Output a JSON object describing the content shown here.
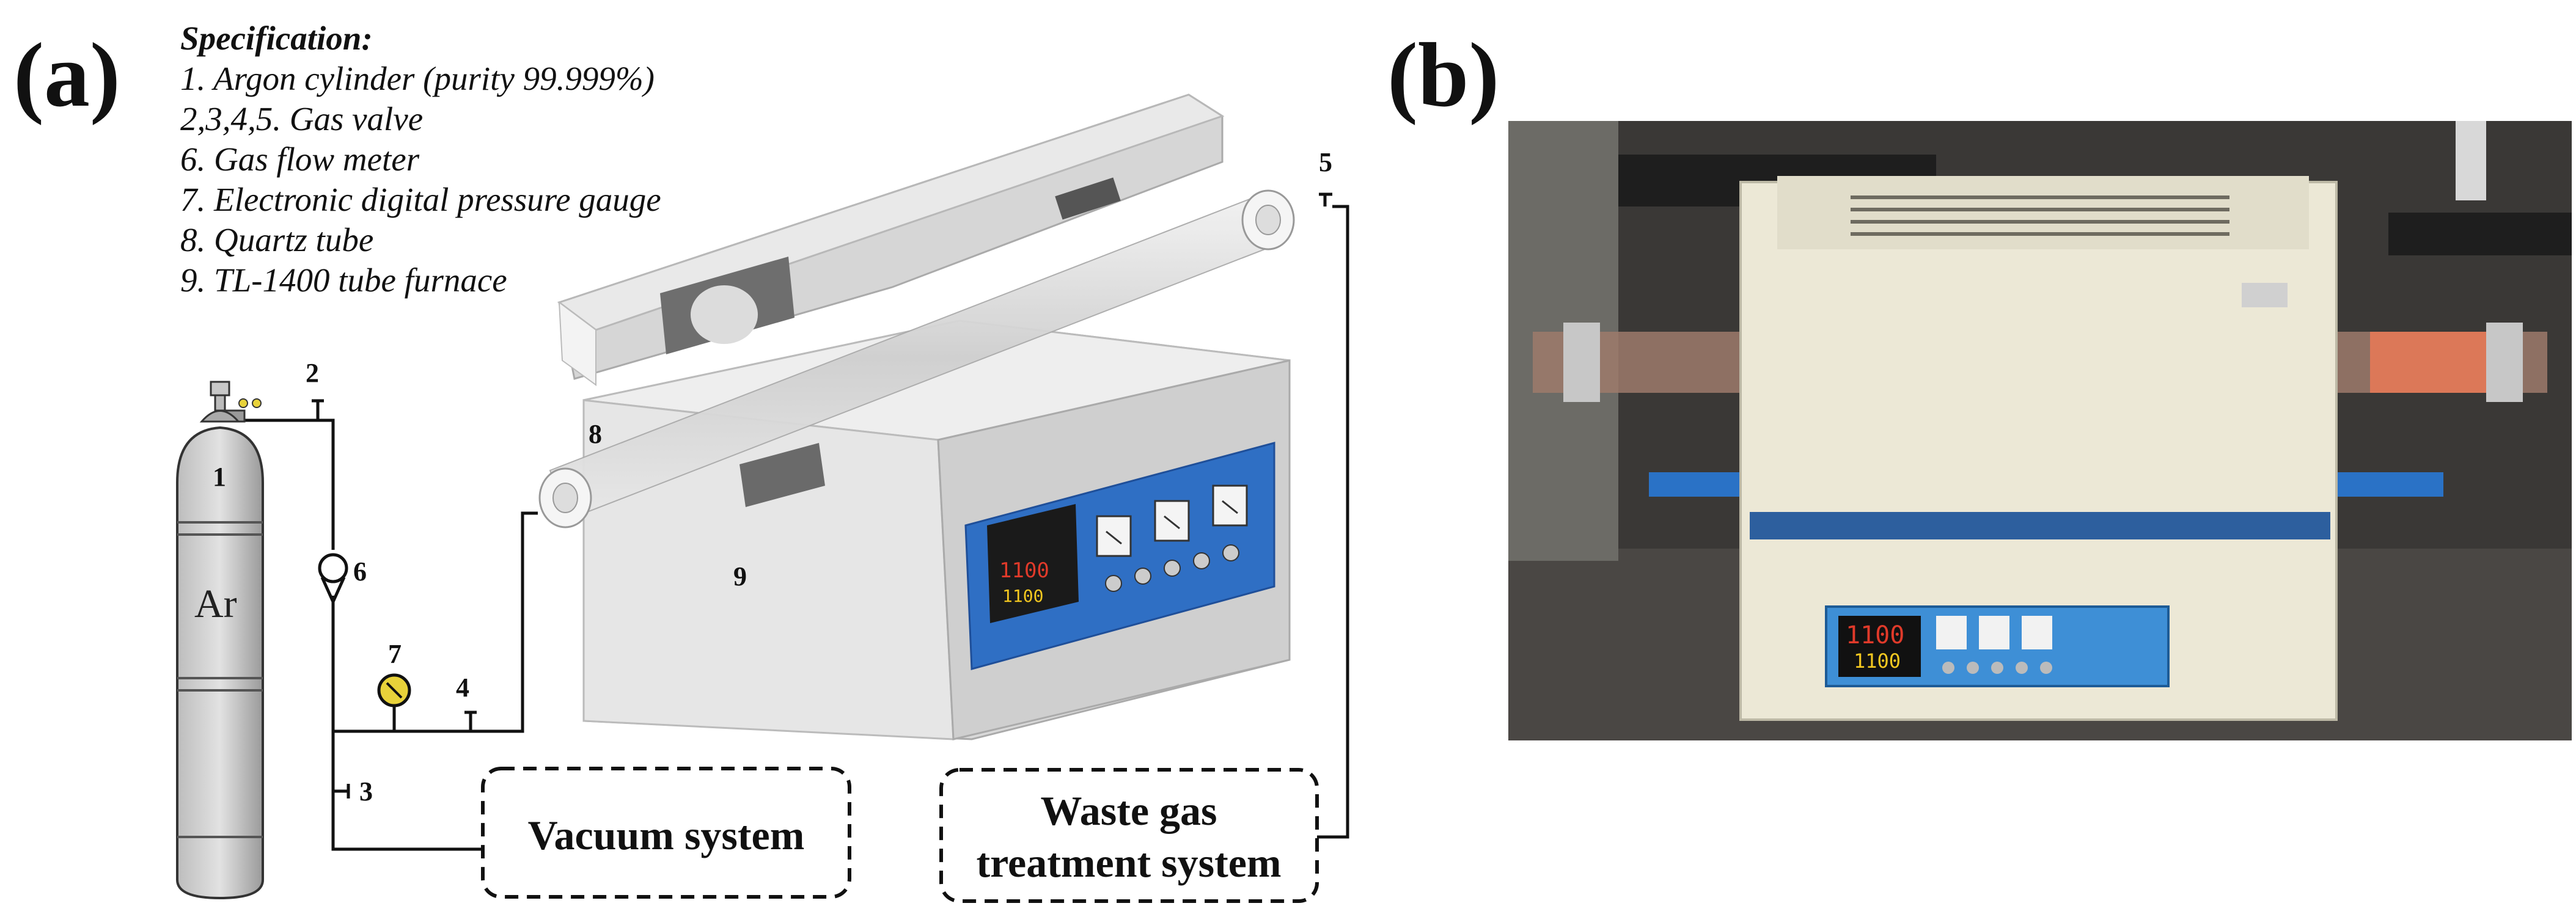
{
  "panel_a": {
    "label": "(a)",
    "specification": {
      "title": "Specification:",
      "items": [
        "1. Argon cylinder (purity 99.999%)",
        "2,3,4,5. Gas valve",
        "6. Gas flow meter",
        "7. Electronic digital pressure gauge",
        "8. Quartz tube",
        "9. TL-1400 tube furnace"
      ]
    },
    "numbers": {
      "n1": "1",
      "n2": "2",
      "n3": "3",
      "n4": "4",
      "n5": "5",
      "n6": "6",
      "n7": "7",
      "n8": "8",
      "n9": "9"
    },
    "cylinder_label": "Ar",
    "controller": {
      "display_top": "1100",
      "display_bottom": "1100"
    },
    "vacuum_label": "Vacuum system",
    "waste_label_line1": "Waste gas",
    "waste_label_line2": "treatment system"
  },
  "panel_b": {
    "label": "(b)",
    "display_top": "1100",
    "display_bottom": "1100"
  },
  "colors": {
    "furnace_body": "#e6e6e6",
    "control_panel": "#2f6fc4",
    "display_red": "#e03a2a",
    "display_yellow": "#f4c820",
    "gauge_yellow": "#e8d23a"
  }
}
